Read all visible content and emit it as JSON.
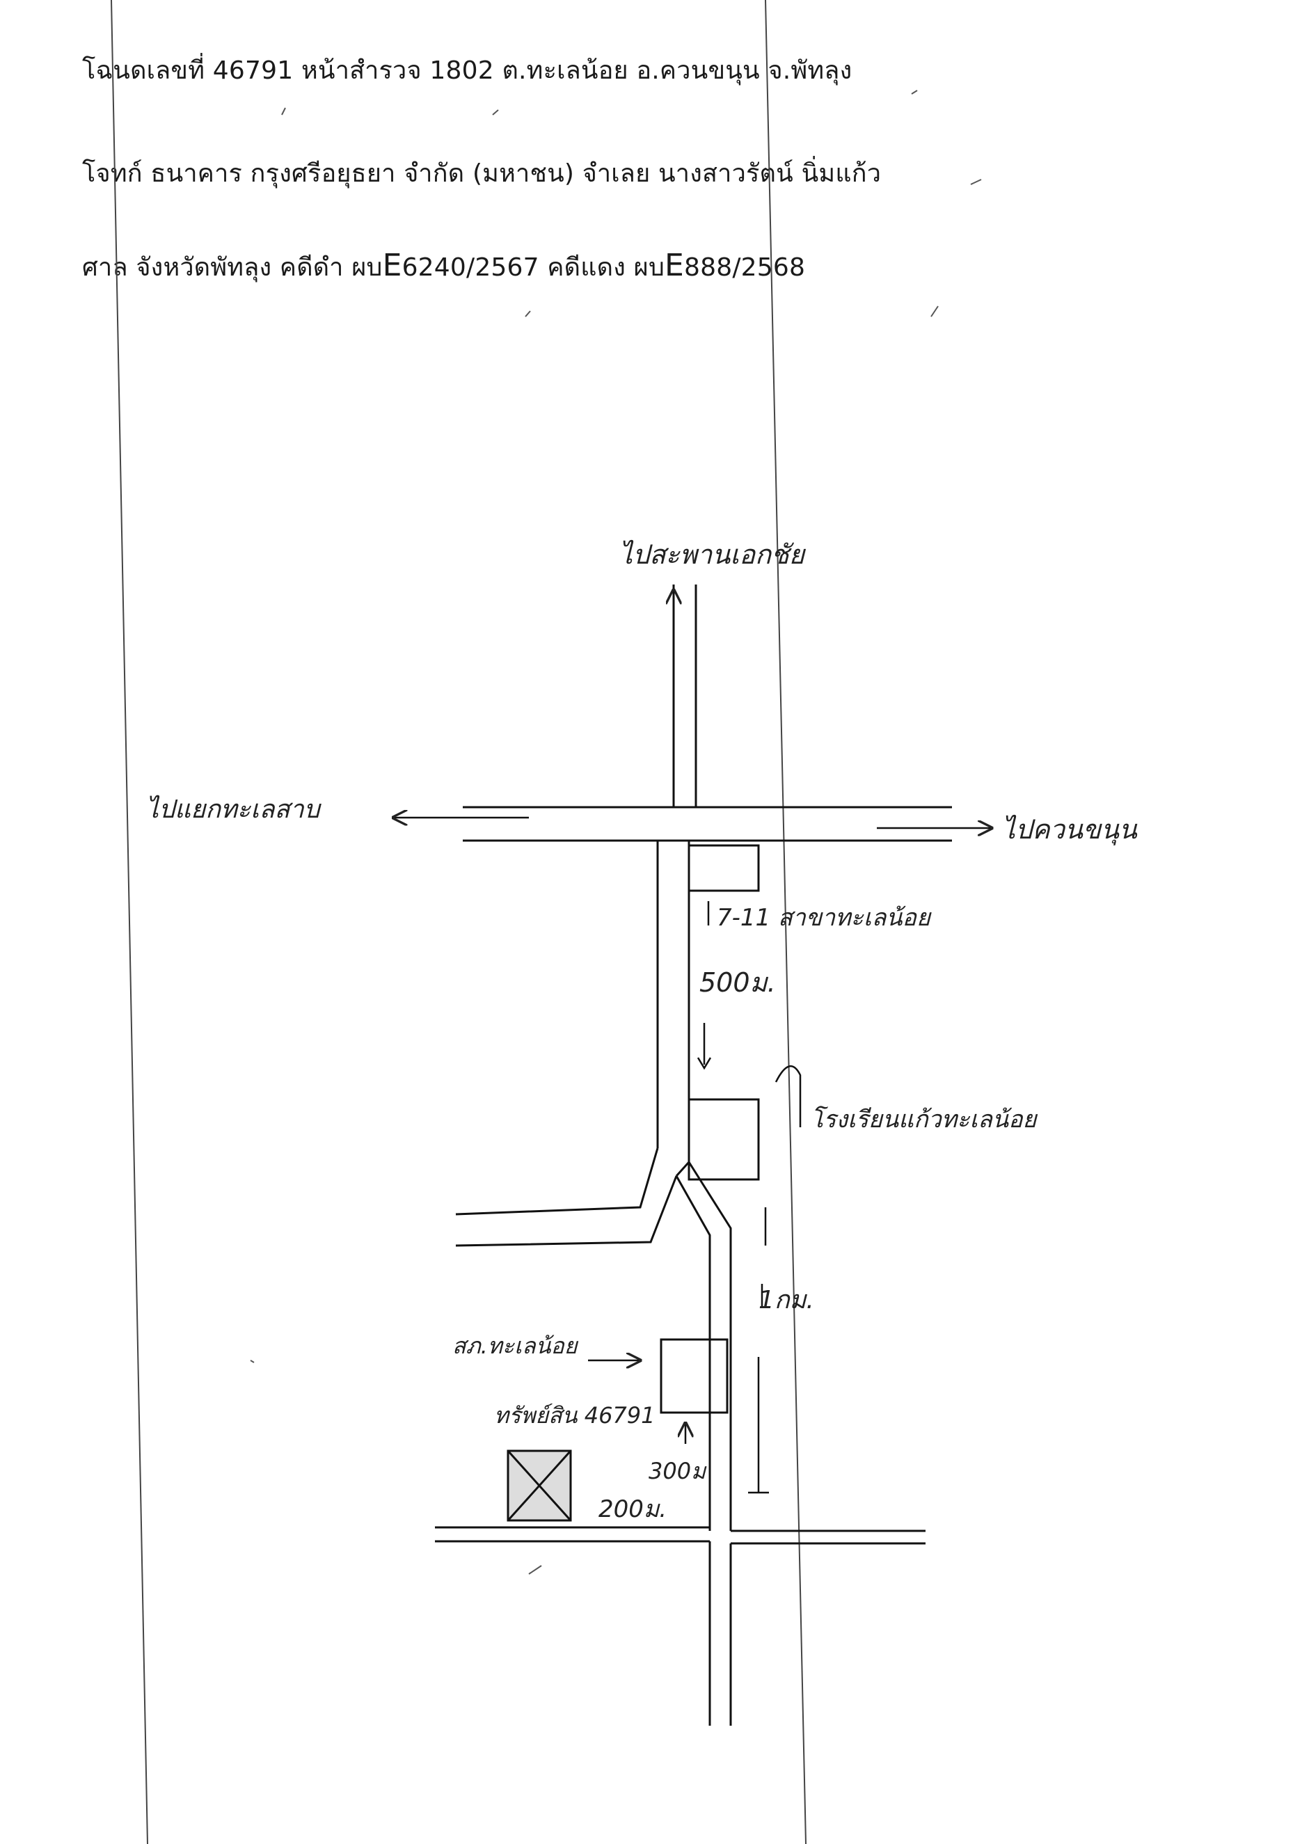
{
  "header": {
    "line1": "โฉนดเลขที่ 46791 หน้าสำรวจ 1802 ต.ทะเลน้อย อ.ควนขนุน จ.พัทลุง",
    "line2": "โจทก์ ธนาคาร กรุงศรีอยุธยา จำกัด (มหาชน) จำเลย นางสาวรัตน์ นิ่มแก้ว",
    "line3_court": "ศาล จังหวัดพัทลุง  คดีดำ ผบ",
    "line3_letter_a": "E",
    "line3_black_no": "6240/2567 คดีแดง ผบ",
    "line3_letter_b": "E",
    "line3_red_no": "888/2568"
  },
  "map": {
    "label_north": "ไปสะพานเอกชัย",
    "label_west": "ไปแยกทะเลสาบ",
    "label_east": "ไปควนขนุน",
    "label_711": "7-11 สาขาทะเลน้อย",
    "label_500m": "500ม.",
    "label_school": "โรงเรียนแก้วทะเลน้อย",
    "label_1km": "1กม.",
    "label_police": "สภ.ทะเลน้อย",
    "label_property": "ทรัพย์สิน 46791",
    "label_300m": "300ม",
    "label_200m": "200ม.",
    "property_marker": "crossed-box"
  }
}
